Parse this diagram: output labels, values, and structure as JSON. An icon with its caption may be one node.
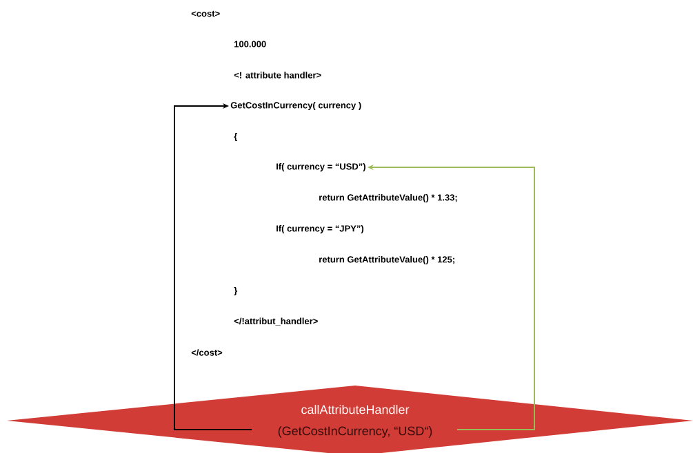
{
  "diagram": {
    "nodes": [
      {
        "text": [
          "GetCostInCurrency( currency )"
        ]
      },
      {
        "text": [
          "If(  currency = “USD”)"
        ]
      },
      {
        "text": [
          "callAttributeHandler",
          "(GetCostInCurrency, “USD“)"
        ]
      }
    ],
    "edges": [
      {
        "from": 2,
        "to": 0,
        "arrow": "to"
      },
      {
        "from": 2,
        "to": 1,
        "arrow": "to",
        "color": "#9bbb59"
      }
    ],
    "labels": [
      "<cost>",
      "100.000",
      "<! attribute handler>",
      "{",
      "return GetAttributeValue()  * 1.33;",
      "If( currency = “JPY”)",
      "return GetAttributeValue()  * 125;",
      "}",
      "</!attribut_handler>",
      "</cost>"
    ]
  }
}
